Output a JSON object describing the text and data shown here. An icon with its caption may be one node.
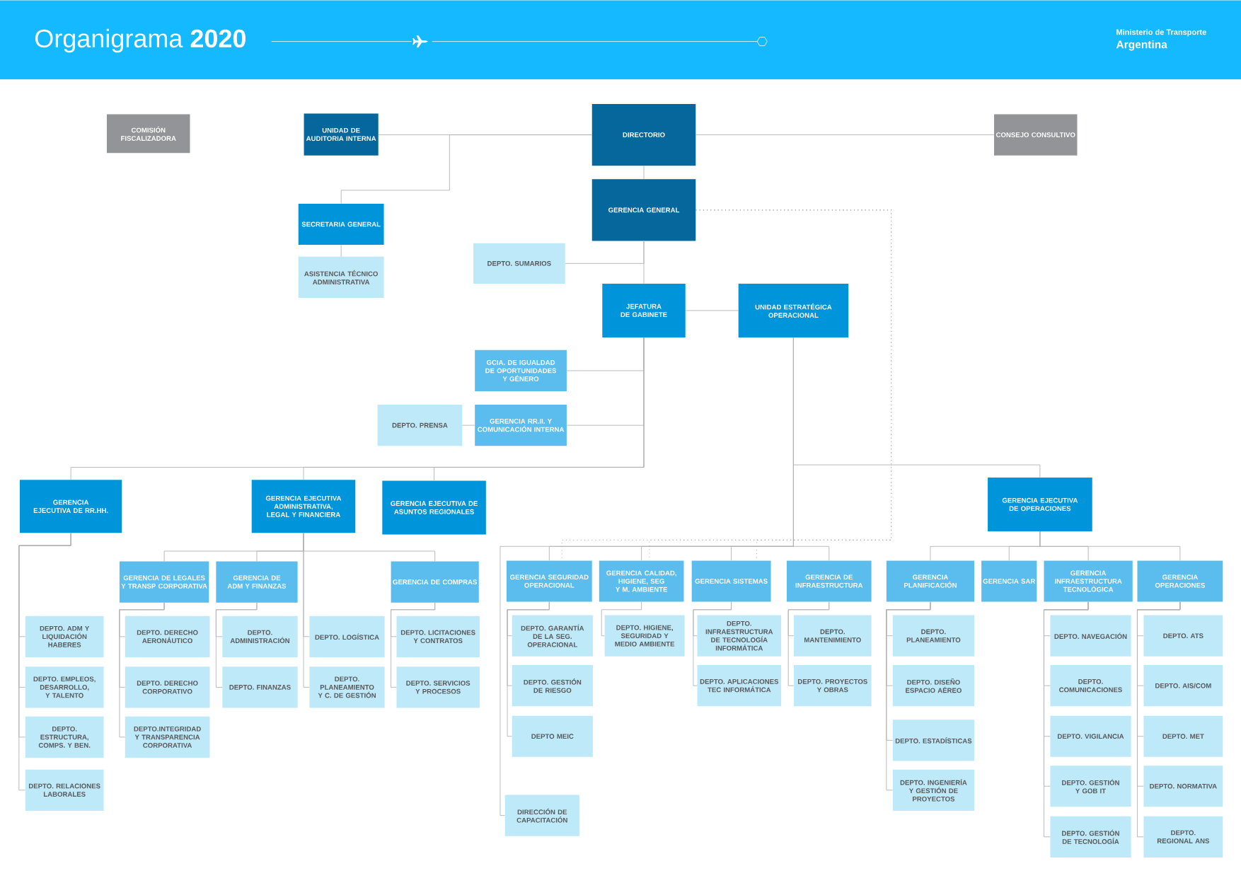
{
  "diagram": {
    "title": "Organigrama **2020**",
    "nodes": [
      {
        "text": [
          "COMISIÓN FISCALIZADORA"
        ]
      },
      {
        "text": [
          "UNIDAD DE AUDITORIA INTERNA"
        ]
      },
      {
        "text": [
          "DIRECTORIO"
        ]
      },
      {
        "text": [
          "CONSEJO CONSULTIVO"
        ]
      },
      {
        "text": [
          "SECRETARIA GENERAL"
        ]
      },
      {
        "text": [
          "ASISTENCIA TÉCNICO ADMINISTRATIVA"
        ]
      },
      {
        "text": [
          "GERENCIA GENERAL"
        ]
      },
      {
        "text": [
          "DEPTO. SUMARIOS"
        ]
      },
      {
        "text": [
          "JEFATURA DE GABINETE"
        ]
      },
      {
        "text": [
          "UNIDAD ESTRATÉGICA OPERACIONAL"
        ]
      },
      {
        "text": [
          "GCIA. DE IGUALDAD DE OPORTUNIDADES Y GÉNERO"
        ]
      },
      {
        "text": [
          "DEPTO. PRENSA"
        ]
      },
      {
        "text": [
          "GERENCIA RR.II. Y COMUNICACIÓN INTERNA"
        ]
      },
      {
        "text": [
          "GERENCIA EJECUTIVA DE RR.HH."
        ]
      },
      {
        "text": [
          "GERENCIA EJECUTIVA ADMINISTRATIVA, LEGAL Y FINANCIERA"
        ]
      },
      {
        "text": [
          "GERENCIA EJECUTIVA DE ASUNTOS REGIONALES"
        ]
      },
      {
        "text": [
          "GERENCIA EJECUTIVA DE OPERACIONES"
        ]
      },
      {
        "text": [
          "DEPTO. ADM Y LIQUIDACIÓN HABERES"
        ]
      },
      {
        "text": [
          "DEPTO. EMPLEOS, DESARROLLO, Y TALENTO"
        ]
      },
      {
        "text": [
          "DEPTO. ESTRUCTURA, COMPS. Y BEN."
        ]
      },
      {
        "text": [
          "DEPTO. RELACIONES LABORALES"
        ]
      },
      {
        "text": [
          "GERENCIA DE LEGALES Y TRANSP CORPORATIVA"
        ]
      },
      {
        "text": [
          "GERENCIA DE ADM Y FINANZAS"
        ]
      },
      {
        "text": [
          "GERENCIA DE COMPRAS"
        ]
      },
      {
        "text": [
          "DEPTO. DERECHO AERONÁUTICO"
        ]
      },
      {
        "text": [
          "DEPTO. DERECHO CORPORATIVO"
        ]
      },
      {
        "text": [
          "DEPTO.INTEGRIDAD Y TRANSPARENCIA CORPORATIVA"
        ]
      },
      {
        "text": [
          "DEPTO. ADMINISTRACIÓN"
        ]
      },
      {
        "text": [
          "DEPTO. FINANZAS"
        ]
      },
      {
        "text": [
          "DEPTO. LOGÍSTICA"
        ]
      },
      {
        "text": [
          "DEPTO. PLANEAMIENTO Y C. DE GESTIÓN"
        ]
      },
      {
        "text": [
          "DEPTO. LICITACIONES Y CONTRATOS"
        ]
      },
      {
        "text": [
          "DEPTO. SERVICIOS Y PROCESOS"
        ]
      },
      {
        "text": [
          "GERENCIA SEGURIDAD OPERACIONAL"
        ]
      },
      {
        "text": [
          "GERENCIA CALIDAD, HIGIENE, SEG Y M. AMBIENTE"
        ]
      },
      {
        "text": [
          "GERENCIA SISTEMAS"
        ]
      },
      {
        "text": [
          "GERENCIA DE INFRAESTRUCTURA"
        ]
      },
      {
        "text": [
          "DEPTO. GARANTÍA DE LA SEG. OPERACIONAL"
        ]
      },
      {
        "text": [
          "DEPTO. GESTIÓN DE RIESGO"
        ]
      },
      {
        "text": [
          "DEPTO MEIC"
        ]
      },
      {
        "text": [
          "DIRECCIÓN DE CAPACITACIÓN"
        ]
      },
      {
        "text": [
          "DEPTO. HIGIENE, SEGURIDAD Y MEDIO AMBIENTE"
        ]
      },
      {
        "text": [
          "DEPTO. INFRAESTRUCTURA DE TECNOLOGÍA INFORMÁTICA"
        ]
      },
      {
        "text": [
          "DEPTO. APLICACIONES TEC INFORMÁTICA"
        ]
      },
      {
        "text": [
          "DEPTO. MANTENIMIENTO"
        ]
      },
      {
        "text": [
          "DEPTO. PROYECTOS Y OBRAS"
        ]
      },
      {
        "text": [
          "GERENCIA PLANIFICACIÓN"
        ]
      },
      {
        "text": [
          "GERENCIA SAR"
        ]
      },
      {
        "text": [
          "GERENCIA INFRAESTRUCTURA TECNOLÓGICA"
        ]
      },
      {
        "text": [
          "GERENCIA OPERACIONES"
        ]
      },
      {
        "text": [
          "DEPTO. PLANEAMIENTO"
        ]
      },
      {
        "text": [
          "DEPTO. DISEÑO ESPACIO AÉREO"
        ]
      },
      {
        "text": [
          "DEPTO. ESTADÍSTICAS"
        ]
      },
      {
        "text": [
          "DEPTO. INGENIERÍA Y GESTIÓN DE PROYECTOS"
        ]
      },
      {
        "text": [
          "DEPTO. NAVEGACIÓN"
        ]
      },
      {
        "text": [
          "DEPTO. COMUNICACIONES"
        ]
      },
      {
        "text": [
          "DEPTO. VIGILANCIA"
        ]
      },
      {
        "text": [
          "DEPTO. GESTIÓN Y GOB IT"
        ]
      },
      {
        "text": [
          "DEPTO. GESTIÓN DE TECNOLOGÍA"
        ]
      },
      {
        "text": [
          "DEPTO. ATS"
        ]
      },
      {
        "text": [
          "DEPTO. AIS/COM"
        ]
      },
      {
        "text": [
          "DEPTO. MET"
        ]
      },
      {
        "text": [
          "DEPTO. NORMATIVA"
        ]
      },
      {
        "text": [
          "DEPTO. REGIONAL ANS"
        ]
      }
    ],
    "edges": [
      {
        "from": 2,
        "to": 1,
        "arrow": "none"
      },
      {
        "from": 2,
        "to": 4,
        "arrow": "none"
      },
      {
        "from": 2,
        "to": 3,
        "arrow": "none"
      },
      {
        "from": 4,
        "to": 5,
        "arrow": "none"
      },
      {
        "from": 2,
        "to": 6,
        "arrow": "none"
      },
      {
        "from": 6,
        "to": 7,
        "arrow": "none"
      },
      {
        "from": 6,
        "to": 8,
        "arrow": "none"
      },
      {
        "from": 8,
        "to": 9,
        "arrow": "none"
      },
      {
        "from": 8,
        "to": 10,
        "arrow": "none"
      },
      {
        "from": 8,
        "to": 12,
        "arrow": "none"
      },
      {
        "from": 11,
        "to": 12,
        "arrow": "none"
      },
      {
        "from": 8,
        "to": 13,
        "arrow": "none"
      },
      {
        "from": 8,
        "to": 14,
        "arrow": "none"
      },
      {
        "from": 8,
        "to": 15,
        "arrow": "none"
      },
      {
        "from": 9,
        "to": 16,
        "arrow": "none"
      },
      {
        "from": 9,
        "to": 33,
        "arrow": "none"
      },
      {
        "from": 9,
        "to": 34,
        "arrow": "none"
      },
      {
        "from": 9,
        "to": 35,
        "arrow": "none"
      },
      {
        "from": 9,
        "to": 36,
        "arrow": "none"
      },
      {
        "from": 9,
        "to": 40,
        "arrow": "none"
      },
      {
        "from": 6,
        "to": 33,
        "arrow": "none",
        "style": "dashed"
      },
      {
        "from": 6,
        "to": 34,
        "arrow": "none",
        "style": "dashed"
      },
      {
        "from": 6,
        "to": 35,
        "arrow": "none",
        "style": "dashed"
      },
      {
        "from": 13,
        "to": 17,
        "arrow": "none"
      },
      {
        "from": 13,
        "to": 18,
        "arrow": "none"
      },
      {
        "from": 13,
        "to": 19,
        "arrow": "none"
      },
      {
        "from": 13,
        "to": 20,
        "arrow": "none"
      },
      {
        "from": 14,
        "to": 21,
        "arrow": "none"
      },
      {
        "from": 14,
        "to": 22,
        "arrow": "none"
      },
      {
        "from": 14,
        "to": 23,
        "arrow": "none"
      },
      {
        "from": 14,
        "to": 29,
        "arrow": "none"
      },
      {
        "from": 14,
        "to": 30,
        "arrow": "none"
      },
      {
        "from": 21,
        "to": 24,
        "arrow": "none"
      },
      {
        "from": 21,
        "to": 25,
        "arrow": "none"
      },
      {
        "from": 21,
        "to": 26,
        "arrow": "none"
      },
      {
        "from": 22,
        "to": 27,
        "arrow": "none"
      },
      {
        "from": 22,
        "to": 28,
        "arrow": "none"
      },
      {
        "from": 23,
        "to": 31,
        "arrow": "none"
      },
      {
        "from": 23,
        "to": 32,
        "arrow": "none"
      },
      {
        "from": 33,
        "to": 37,
        "arrow": "none"
      },
      {
        "from": 33,
        "to": 38,
        "arrow": "none"
      },
      {
        "from": 33,
        "to": 39,
        "arrow": "none"
      },
      {
        "from": 34,
        "to": 41,
        "arrow": "none"
      },
      {
        "from": 35,
        "to": 42,
        "arrow": "none"
      },
      {
        "from": 35,
        "to": 43,
        "arrow": "none"
      },
      {
        "from": 36,
        "to": 44,
        "arrow": "none"
      },
      {
        "from": 36,
        "to": 45,
        "arrow": "none"
      },
      {
        "from": 16,
        "to": 46,
        "arrow": "none"
      },
      {
        "from": 16,
        "to": 47,
        "arrow": "none"
      },
      {
        "from": 16,
        "to": 48,
        "arrow": "none"
      },
      {
        "from": 16,
        "to": 49,
        "arrow": "none"
      },
      {
        "from": 46,
        "to": 50,
        "arrow": "none"
      },
      {
        "from": 46,
        "to": 51,
        "arrow": "none"
      },
      {
        "from": 46,
        "to": 52,
        "arrow": "none"
      },
      {
        "from": 46,
        "to": 53,
        "arrow": "none"
      },
      {
        "from": 48,
        "to": 54,
        "arrow": "none"
      },
      {
        "from": 48,
        "to": 55,
        "arrow": "none"
      },
      {
        "from": 48,
        "to": 56,
        "arrow": "none"
      },
      {
        "from": 48,
        "to": 57,
        "arrow": "none"
      },
      {
        "from": 48,
        "to": 58,
        "arrow": "none"
      },
      {
        "from": 49,
        "to": 59,
        "arrow": "none"
      },
      {
        "from": 49,
        "to": 60,
        "arrow": "none"
      },
      {
        "from": 49,
        "to": 61,
        "arrow": "none"
      },
      {
        "from": 49,
        "to": 62,
        "arrow": "none"
      },
      {
        "from": 49,
        "to": 63,
        "arrow": "none"
      }
    ],
    "labels": [
      "Ministerio de Transporte",
      "Argentina"
    ]
  }
}
